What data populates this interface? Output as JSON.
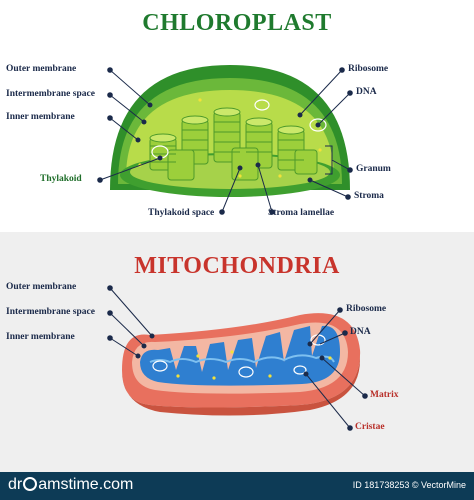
{
  "chloroplast": {
    "title": "CHLOROPLAST",
    "labels_left": {
      "outer_membrane": "Outer membrane",
      "intermembrane_space": "Intermembrane space",
      "inner_membrane": "Inner membrane",
      "thylakoid": "Thylakoid"
    },
    "labels_right": {
      "ribosome": "Ribosome",
      "dna": "DNA",
      "granum": "Granum",
      "stroma": "Stroma"
    },
    "labels_bottom": {
      "thylakoid_space": "Thylakoid space",
      "stroma_lamellae": "Stroma lamellae"
    }
  },
  "mitochondria": {
    "title": "MITOCHONDRIA",
    "labels_left": {
      "outer_membrane": "Outer membrane",
      "intermembrane_space": "Intermembrane space",
      "inner_membrane": "Inner membrane"
    },
    "labels_right": {
      "ribosome": "Ribosome",
      "dna": "DNA",
      "matrix": "Matrix",
      "cristae": "Cristae"
    }
  },
  "footer": {
    "brand_pre": "dr",
    "brand_post": "amstime.com",
    "meta": "ID 181738253 © VectorMine"
  },
  "colors": {
    "chloroplast_outer": "#2f8f2a",
    "chloroplast_inner": "#7cc43a",
    "chloroplast_stroma": "#b8dc4a",
    "granum": "#9ccf3b",
    "mito_outer": "#e8705e",
    "mito_inner": "#f3b7a3",
    "mito_matrix": "#2f7fd0",
    "label": "#1b2a4a"
  }
}
